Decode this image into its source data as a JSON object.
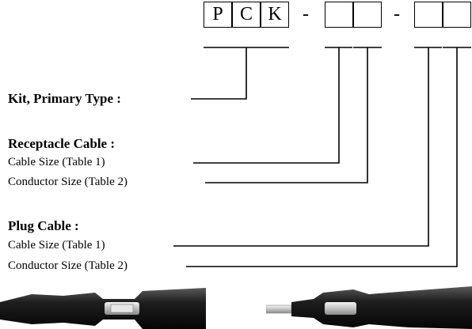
{
  "code_boxes": {
    "chars": [
      "P",
      "C",
      "K",
      "",
      "",
      "",
      ""
    ],
    "separator": "-"
  },
  "labels": {
    "kit_primary_type": "Kit, Primary Type :",
    "receptacle_heading": "Receptacle Cable :",
    "receptacle_cable_size": "Cable Size (Table 1)",
    "receptacle_conductor_size": "Conductor Size (Table 2)",
    "plug_heading": "Plug Cable :",
    "plug_cable_size": "Cable Size (Table 1)",
    "plug_conductor_size": "Conductor Size (Table 2)"
  },
  "images": {
    "receptacle_photo": "receptacle-cable-connector",
    "plug_photo": "plug-cable-connector"
  }
}
